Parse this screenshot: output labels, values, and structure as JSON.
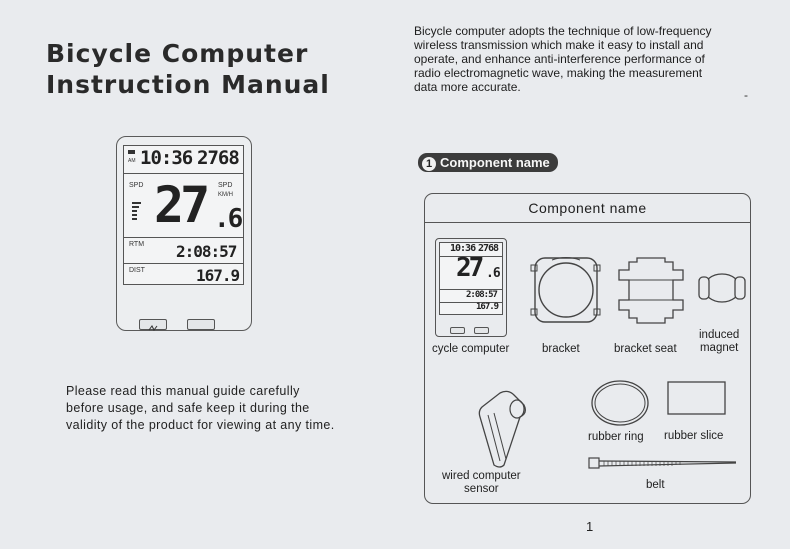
{
  "manual": {
    "title_line1": "Bicycle Computer",
    "title_line2": "Instruction Manual",
    "intro_text": [
      "Please  read  this  manual  guide  carefully",
      "before usage, and safe keep it during the",
      "validity of the product for viewing at any time."
    ],
    "description": [
      "Bicycle computer adopts the technique of low-frequency",
      "wireless transmission which make it easy to install and",
      "operate, and enhance anti-interference performance of",
      "radio electromagnetic wave, making the measurement",
      "data more accurate."
    ],
    "stray_mark": "-",
    "page_number": "1"
  },
  "display": {
    "time": "10:36",
    "odometer": "2768",
    "speed_label": "SPD",
    "speed_unit_label": "SPD",
    "speed_unit": "KM/H",
    "speed_int": "27",
    "speed_dec": ".6",
    "rtm_label": "RTM",
    "rtm_value": "2:08:57",
    "dist_label": "DIST",
    "dist_value": "167.9",
    "am_label": "AM"
  },
  "section": {
    "number": "1",
    "heading": "Component name",
    "panel_title": "Component name",
    "components": [
      {
        "name": "cycle computer"
      },
      {
        "name": "bracket"
      },
      {
        "name": "bracket seat"
      },
      {
        "name_line1": "induced",
        "name_line2": "magnet"
      },
      {
        "name": "rubber ring"
      },
      {
        "name": "rubber slice"
      },
      {
        "name_line1": "wired computer",
        "name_line2": "sensor"
      },
      {
        "name": "belt"
      }
    ]
  }
}
